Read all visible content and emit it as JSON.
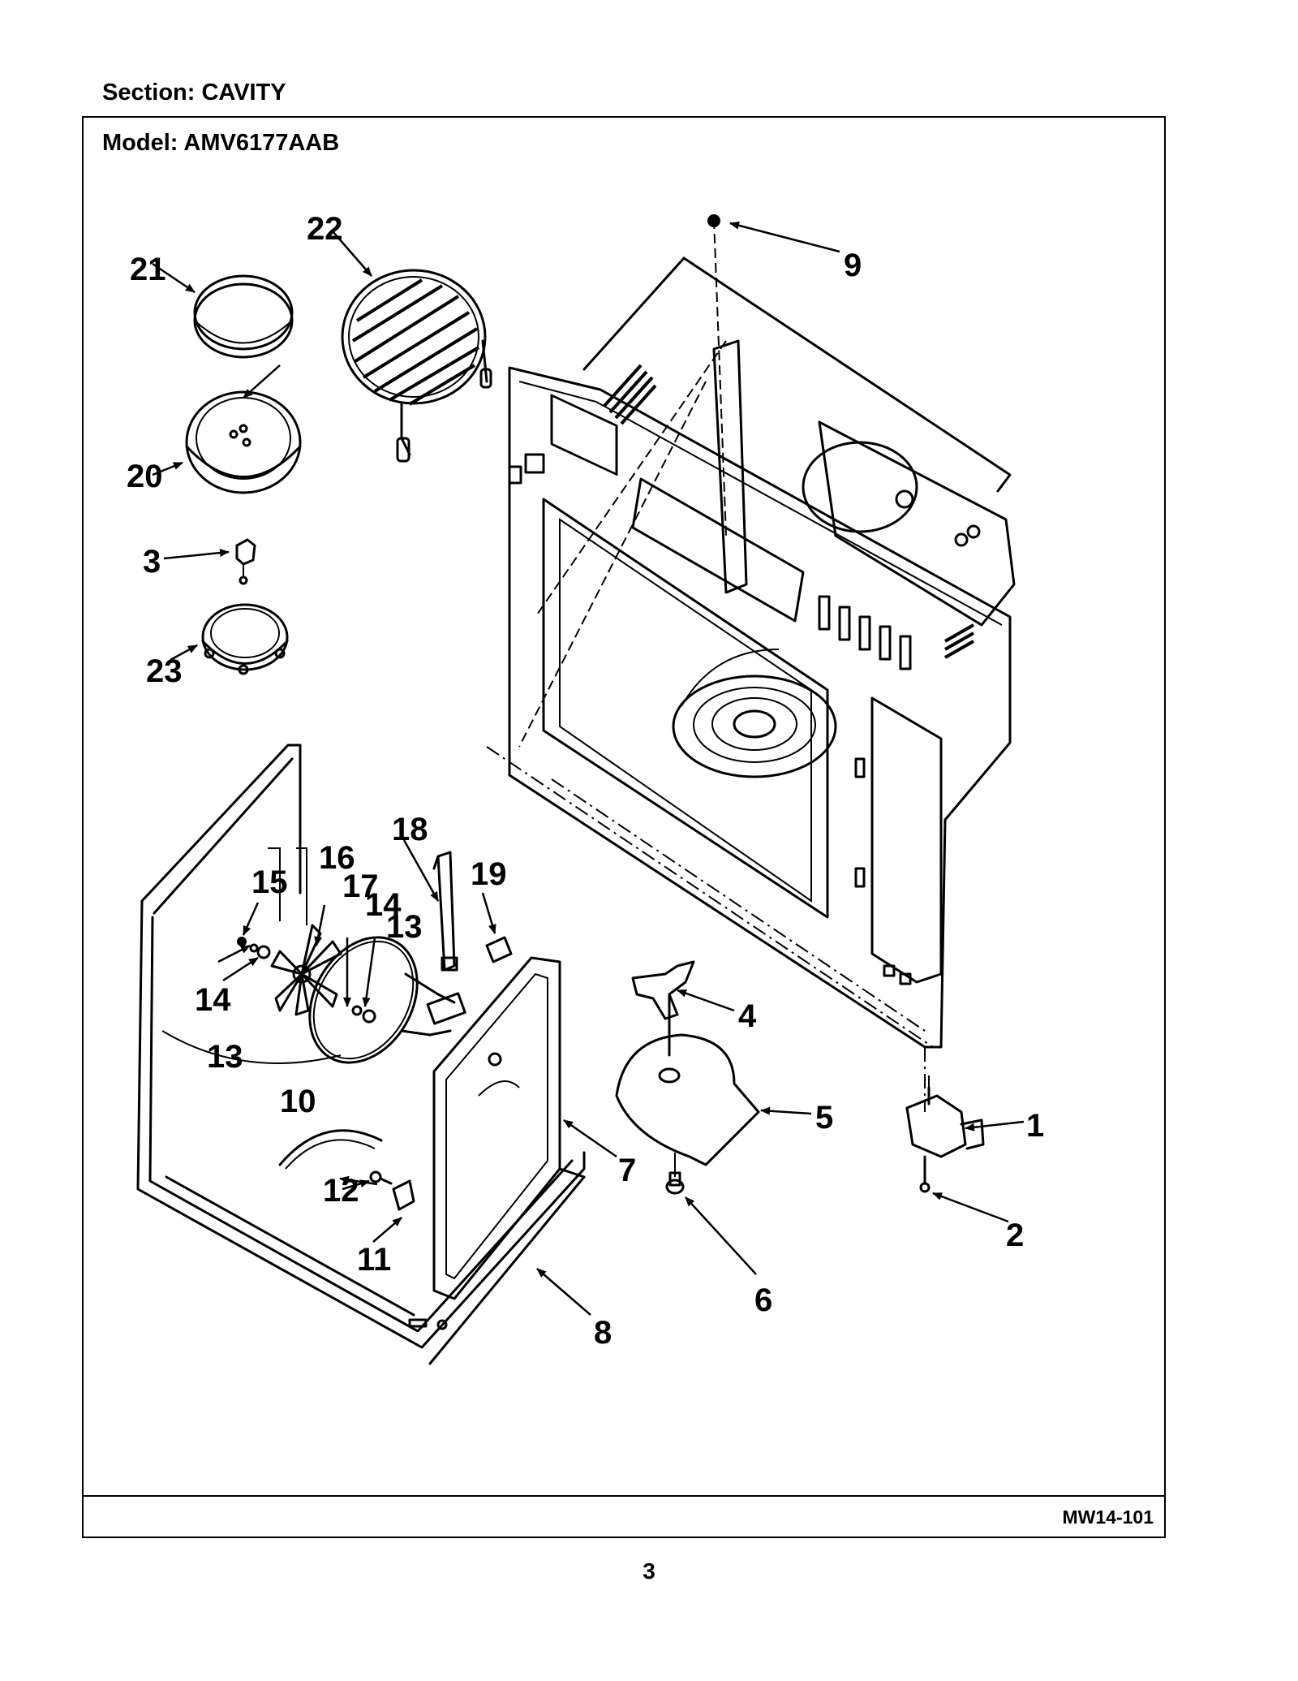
{
  "header": {
    "section_label": "Section:  CAVITY",
    "model_label": "Model:  AMV6177AAB"
  },
  "footer": {
    "reference_code": "MW14-101",
    "page_number": "3"
  },
  "callouts": {
    "c1": "1",
    "c2": "2",
    "c3": "3",
    "c4": "4",
    "c5": "5",
    "c6": "6",
    "c7": "7",
    "c8": "8",
    "c9": "9",
    "c10": "10",
    "c11": "11",
    "c12": "12",
    "c13a": "13",
    "c13b": "13",
    "c14a": "14",
    "c14b": "14",
    "c15": "15",
    "c16": "16",
    "c17": "17",
    "c18": "18",
    "c19": "19",
    "c20": "20",
    "c21": "21",
    "c22": "22",
    "c23": "23"
  }
}
